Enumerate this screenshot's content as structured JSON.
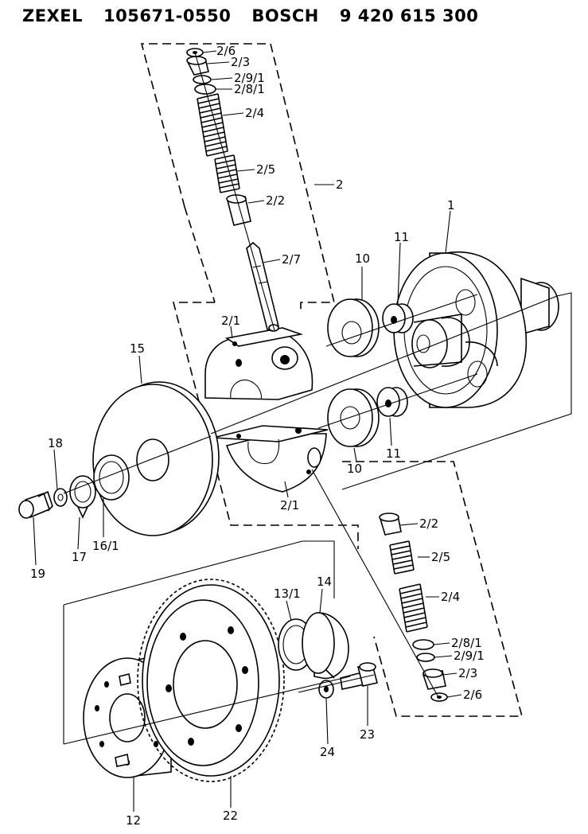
{
  "header": {
    "brand": "ZEXEL",
    "zexel_part": "105671-0550",
    "maker": "BOSCH",
    "bosch_part": "9 420 615 300"
  },
  "labels": {
    "l_1": "1",
    "l_2": "2",
    "l_2_1a": "2/1",
    "l_2_1b": "2/1",
    "l_2_2a": "2/2",
    "l_2_2b": "2/2",
    "l_2_3a": "2/3",
    "l_2_3b": "2/3",
    "l_2_4a": "2/4",
    "l_2_4b": "2/4",
    "l_2_5a": "2/5",
    "l_2_5b": "2/5",
    "l_2_6a": "2/6",
    "l_2_6b": "2/6",
    "l_2_7": "2/7",
    "l_2_8_1a": "2/8/1",
    "l_2_8_1b": "2/8/1",
    "l_2_9_1a": "2/9/1",
    "l_2_9_1b": "2/9/1",
    "l_10a": "10",
    "l_10b": "10",
    "l_11a": "11",
    "l_11b": "11",
    "l_12": "12",
    "l_13_1": "13/1",
    "l_14": "14",
    "l_15": "15",
    "l_16_1": "16/1",
    "l_17": "17",
    "l_18": "18",
    "l_19": "19",
    "l_22": "22",
    "l_23": "23",
    "l_24": "24"
  }
}
